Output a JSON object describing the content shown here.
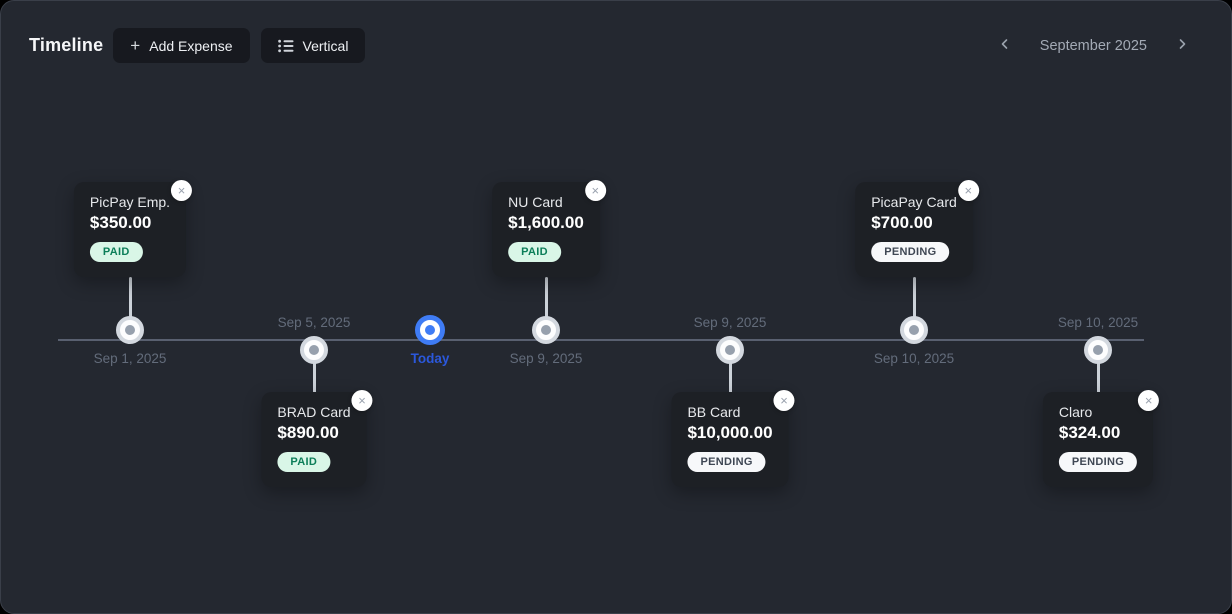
{
  "header": {
    "title": "Timeline",
    "add_expense_label": "Add Expense",
    "view_toggle_label": "Vertical",
    "month_label": "September 2025",
    "icons": {
      "add": "+",
      "view_toggle": "list-icon",
      "prev": "chevron-left-icon",
      "next": "chevron-right-icon",
      "close": "×"
    }
  },
  "timeline": {
    "today_label": "Today",
    "events": [
      {
        "title": "PicPay Emp.",
        "amount": "$350.00",
        "status": "PAID",
        "date": "Sep 1, 2025",
        "side": "above"
      },
      {
        "title": "BRAD Card",
        "amount": "$890.00",
        "status": "PAID",
        "date": "Sep 5, 2025",
        "side": "below"
      },
      {
        "title": "NU Card",
        "amount": "$1,600.00",
        "status": "PAID",
        "date": "Sep 9, 2025",
        "side": "above"
      },
      {
        "title": "BB Card",
        "amount": "$10,000.00",
        "status": "PENDING",
        "date": "Sep 9, 2025",
        "side": "below"
      },
      {
        "title": "PicaPay Card",
        "amount": "$700.00",
        "status": "PENDING",
        "date": "Sep 10, 2025",
        "side": "above"
      },
      {
        "title": "Claro",
        "amount": "$324.00",
        "status": "PENDING",
        "date": "Sep 10, 2025",
        "side": "below"
      }
    ]
  },
  "colors": {
    "page_background": "#242830",
    "card_background": "#1d2025",
    "accent_blue": "#3f7cf5",
    "today_text": "#2b58dc",
    "paid_badge_bg": "#d9f6e7",
    "paid_badge_text": "#0c7e59",
    "pending_badge_bg": "#f7f8fa",
    "pending_badge_text": "#3f4754",
    "axis_line": "#596070",
    "node_ring": "#d3d8df",
    "date_text": "#636c7b"
  }
}
